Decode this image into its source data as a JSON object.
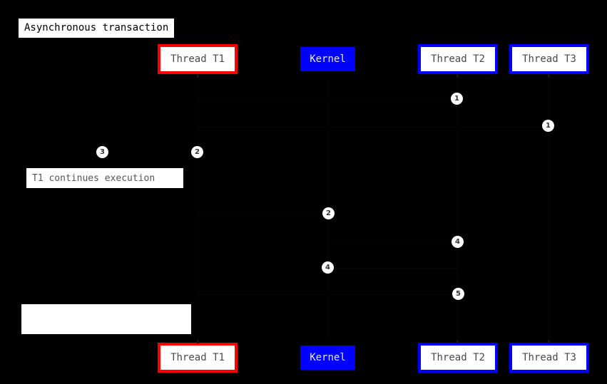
{
  "diagram": {
    "type": "sequence-diagram",
    "title": "Asynchronous transaction",
    "background_color": "#000000",
    "colors": {
      "thread_t1_accent": "#ff0000",
      "kernel_accent": "#0000ff",
      "thread_t2_accent": "#0000ff",
      "thread_t3_accent": "#0000ff",
      "note_background": "#ffffff",
      "marker_background": "#ffffff"
    }
  },
  "participants": {
    "top": [
      {
        "id": "t1",
        "label": "Thread T1",
        "style": "outlined-red"
      },
      {
        "id": "kernel",
        "label": "Kernel",
        "style": "filled-blue"
      },
      {
        "id": "t2",
        "label": "Thread T2",
        "style": "outlined-blue"
      },
      {
        "id": "t3",
        "label": "Thread T3",
        "style": "outlined-blue"
      }
    ],
    "bottom": [
      {
        "id": "t1b",
        "label": "Thread T1",
        "style": "outlined-red"
      },
      {
        "id": "kernelb",
        "label": "Kernel",
        "style": "filled-blue"
      },
      {
        "id": "t2b",
        "label": "Thread T2",
        "style": "outlined-blue"
      },
      {
        "id": "t3b",
        "label": "Thread T3",
        "style": "outlined-blue"
      }
    ]
  },
  "notes": [
    {
      "id": "note-t1-continues",
      "text": "T1 continues execution"
    },
    {
      "id": "note-empty-bottom",
      "text": ""
    }
  ],
  "steps": [
    {
      "id": "step-t2-1",
      "number": "1"
    },
    {
      "id": "step-t3-1",
      "number": "1"
    },
    {
      "id": "step-left-3",
      "number": "3"
    },
    {
      "id": "step-left-2",
      "number": "2"
    },
    {
      "id": "step-kernel-2",
      "number": "2"
    },
    {
      "id": "step-t2-4",
      "number": "4"
    },
    {
      "id": "step-kernel-4",
      "number": "4"
    },
    {
      "id": "step-t2-5",
      "number": "5"
    }
  ]
}
